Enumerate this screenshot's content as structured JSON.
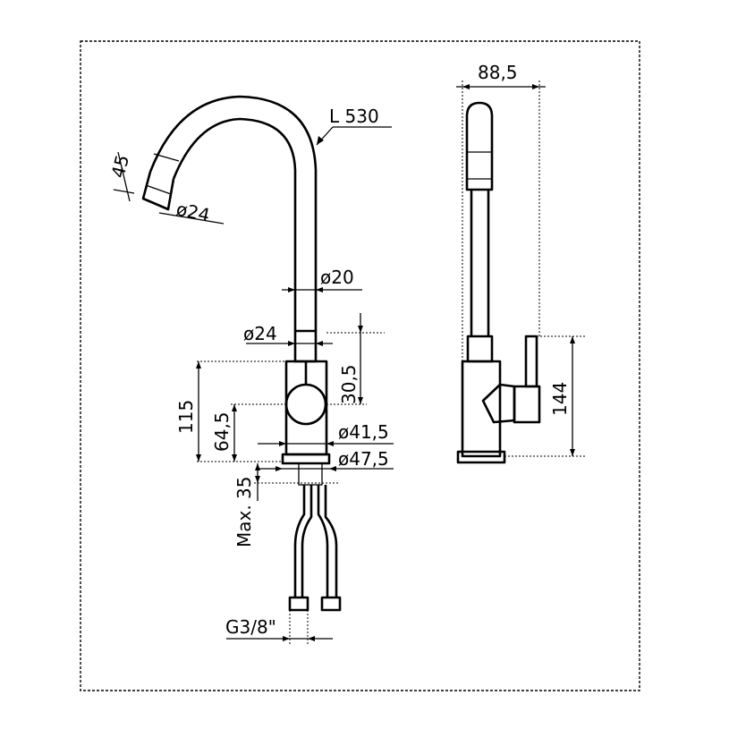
{
  "drawing": {
    "front_view": {
      "spout_length": "L 530",
      "head_length": "45",
      "head_diameter": "ø24",
      "spout_diameter": "ø20",
      "neck_diameter": "ø24",
      "total_height": "115",
      "handle_height": "64,5",
      "handle_offset": "30,5",
      "body_diameter": "ø41,5",
      "base_diameter": "ø47,5",
      "max_counter": "Max. 35",
      "connection": "G3/8\""
    },
    "side_view": {
      "width": "88,5",
      "height": "144"
    }
  }
}
